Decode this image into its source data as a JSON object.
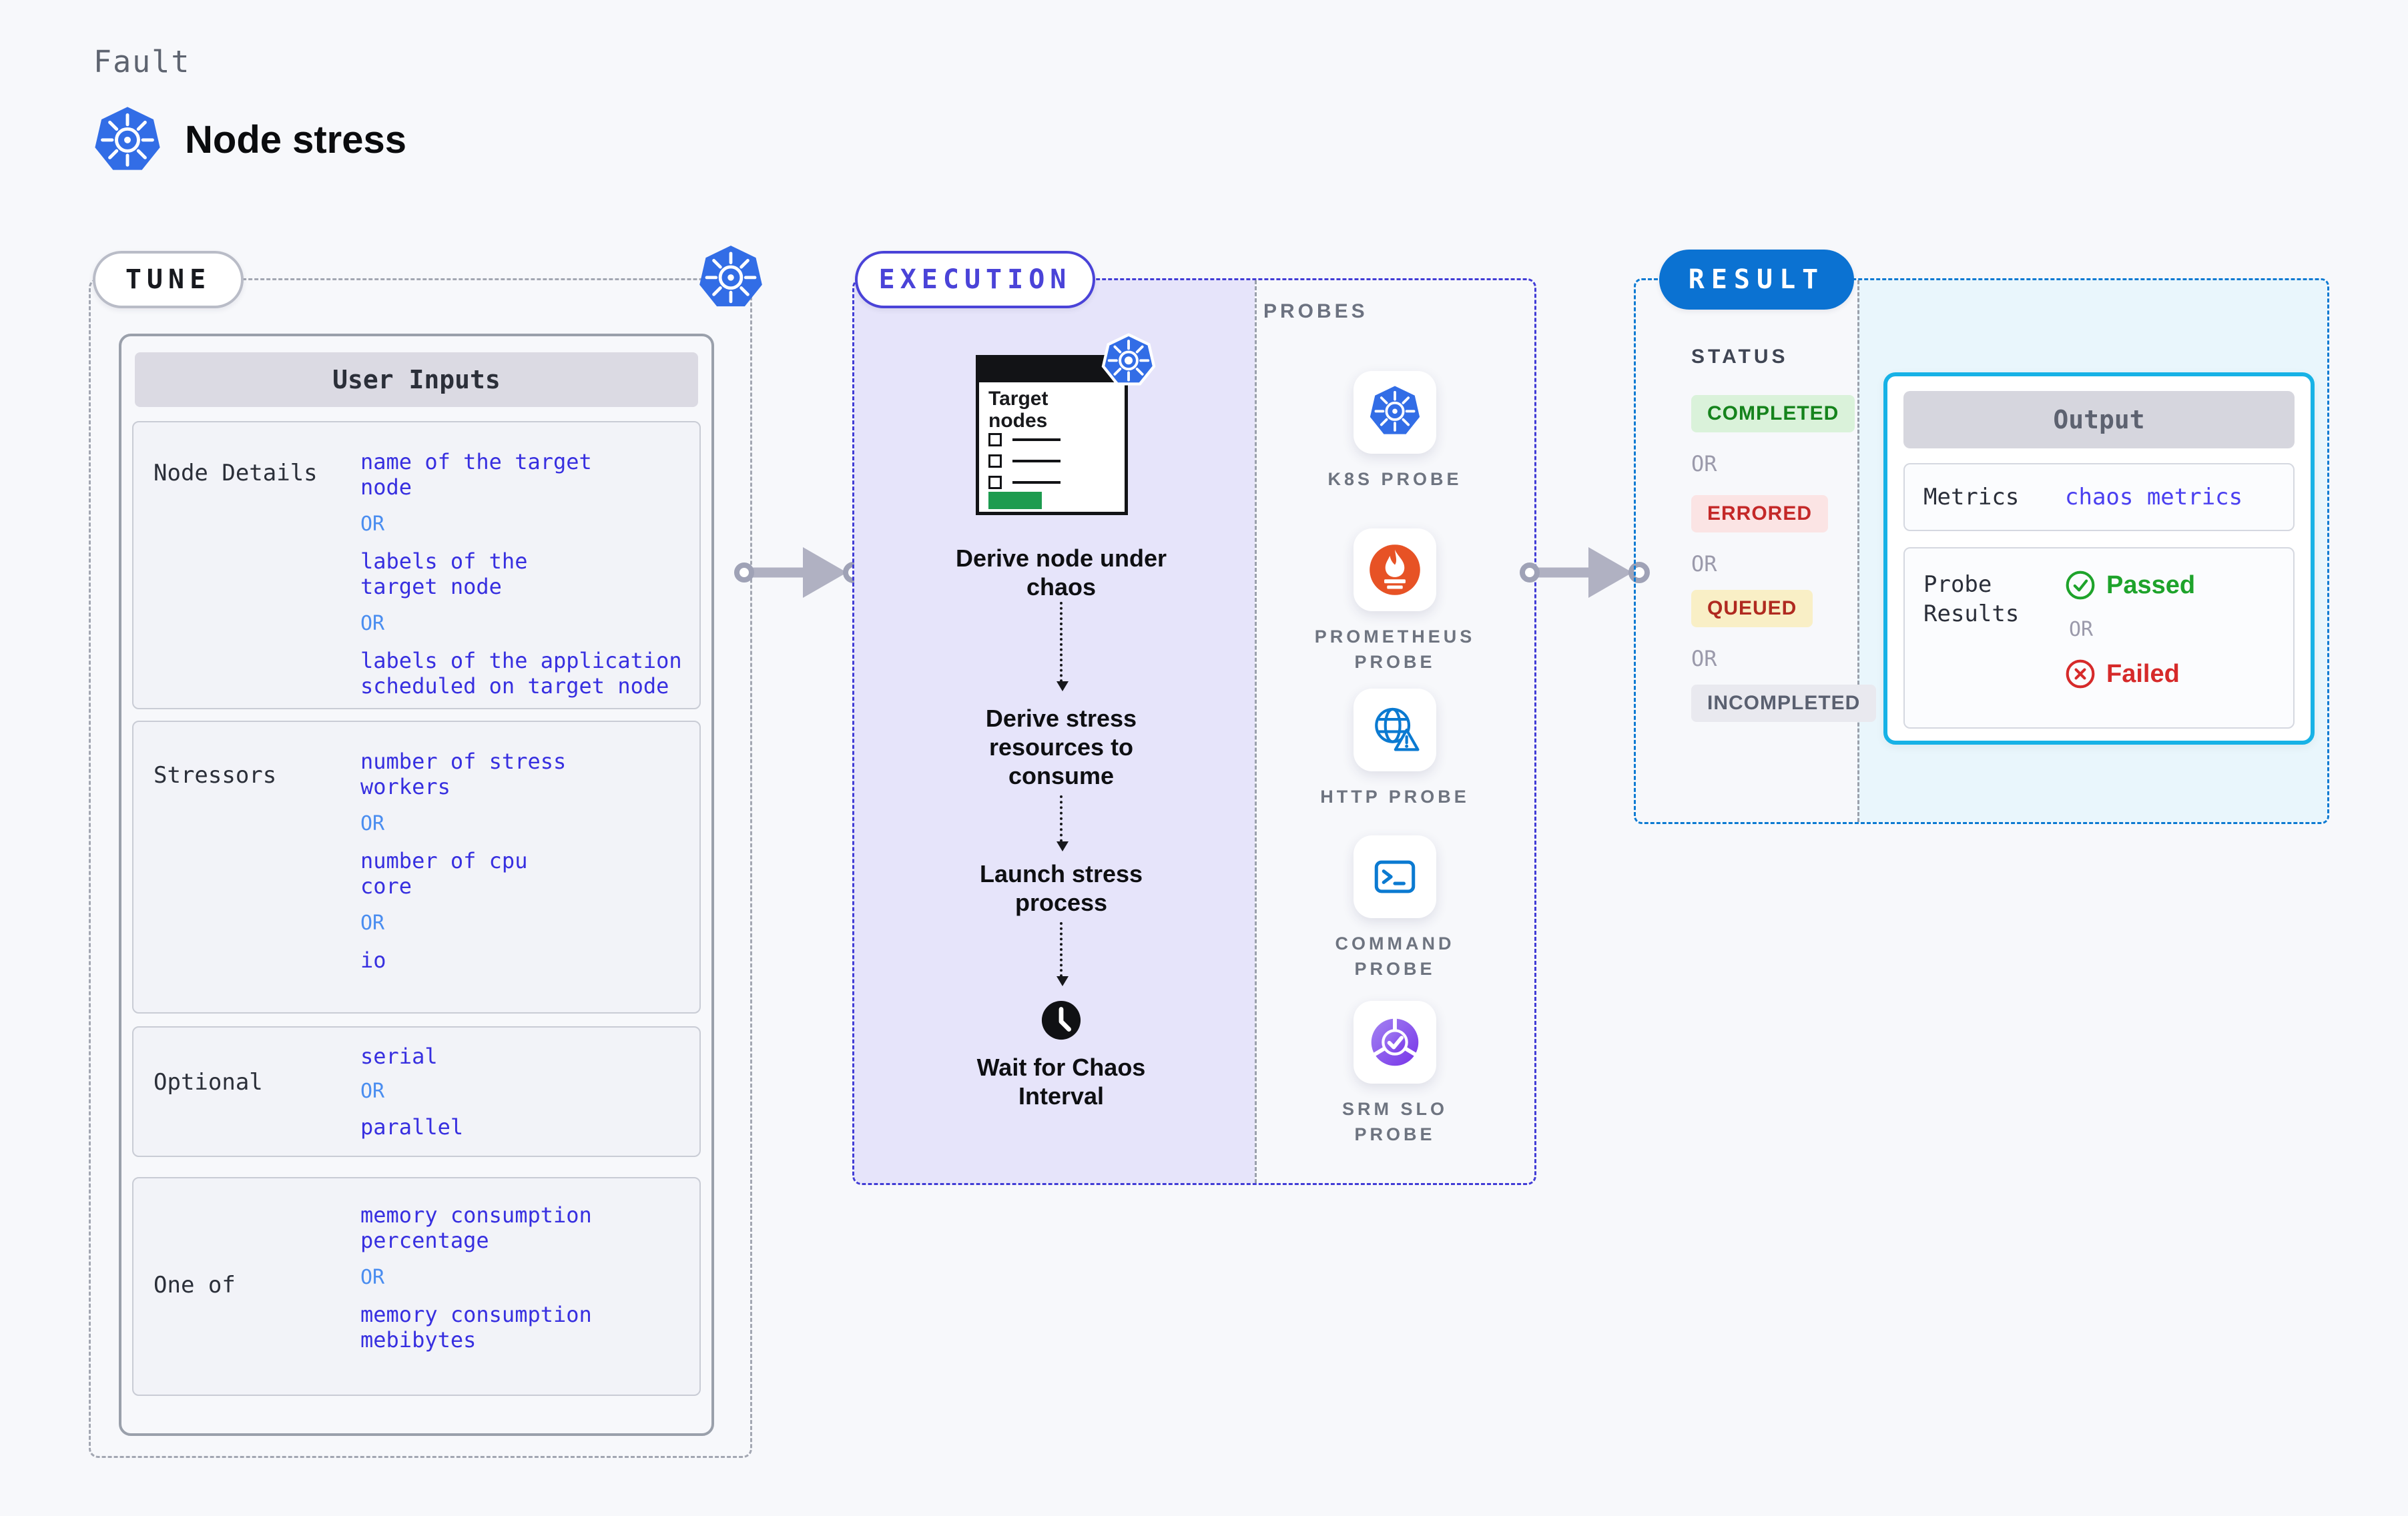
{
  "header": {
    "kicker": "Fault",
    "title": "Node stress"
  },
  "tune": {
    "tag": "TUNE",
    "table_title": "User Inputs",
    "or_label": "OR",
    "rows": [
      {
        "label": "Node Details",
        "values": [
          "name of the target\nnode",
          "labels of the\ntarget node",
          "labels of the application\n scheduled on target node"
        ]
      },
      {
        "label": "Stressors",
        "values": [
          "number of stress\nworkers",
          "number of cpu\ncore",
          "io"
        ]
      },
      {
        "label": "Optional",
        "values": [
          "serial",
          "parallel"
        ]
      },
      {
        "label": "One of",
        "values": [
          "memory consumption\npercentage",
          "memory consumption\nmebibytes"
        ]
      }
    ]
  },
  "execution": {
    "tag": "EXECUTION",
    "target_card_title": "Target\nnodes",
    "steps": [
      "Derive node under\nchaos",
      "Derive stress\nresources to\nconsume",
      "Launch stress\nprocess",
      "Wait for Chaos\nInterval"
    ]
  },
  "probes": {
    "title": "PROBES",
    "items": [
      {
        "label": "K8S PROBE",
        "icon": "kubernetes-icon"
      },
      {
        "label": "PROMETHEUS\nPROBE",
        "icon": "prometheus-icon"
      },
      {
        "label": "HTTP PROBE",
        "icon": "http-globe-warning-icon"
      },
      {
        "label": "COMMAND\nPROBE",
        "icon": "terminal-icon"
      },
      {
        "label": "SRM SLO\nPROBE",
        "icon": "slo-donut-check-icon"
      }
    ]
  },
  "result": {
    "tag": "RESULT",
    "status_title": "STATUS",
    "or_label": "OR",
    "statuses": [
      "COMPLETED",
      "ERRORED",
      "QUEUED",
      "INCOMPLETED"
    ],
    "output": {
      "title": "Output",
      "metrics_label": "Metrics",
      "metrics_value": "chaos metrics",
      "probe_results_label": "Probe\nResults",
      "passed_label": "Passed",
      "failed_label": "Failed"
    }
  },
  "colors": {
    "page_bg": "#f7f8fb",
    "accent_indigo": "#423dd6",
    "accent_blue": "#0b72d2",
    "value_text": "#372fe0",
    "or_text": "#4a8df0",
    "execution_fill": "#e6e4fa",
    "result_fill": "#e9f6fc",
    "completed": {
      "bg": "#daf2da",
      "text": "#15831c"
    },
    "errored": {
      "bg": "#fbe4e4",
      "text": "#c42828"
    },
    "queued": {
      "bg": "#f9efc6",
      "text": "#b02a20"
    },
    "incompleted": {
      "bg": "#e9e9ef",
      "text": "#5a6070"
    },
    "passed_green": "#1ea32b",
    "failed_red": "#d62a2a",
    "kubernetes_blue": "#326de6",
    "prometheus_orange": "#e75225",
    "probe_icon_blue": "#0b7ad1",
    "srm_purple": "#7d3ce8",
    "arrow_gray": "#b0b1c2",
    "target_card_green": "#1d9b4f"
  }
}
